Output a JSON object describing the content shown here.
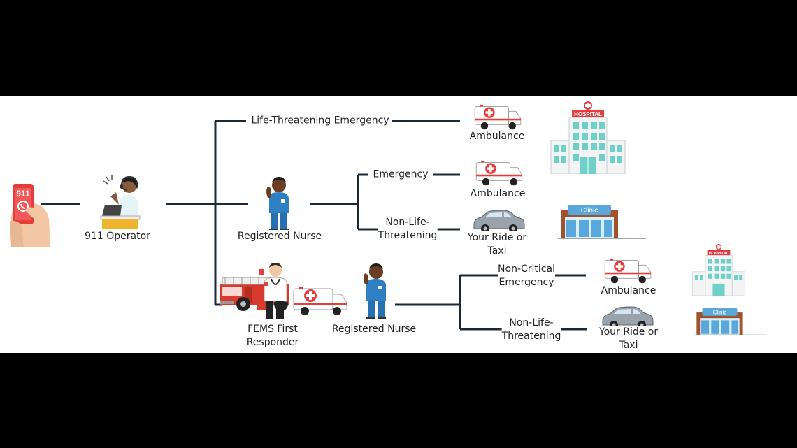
{
  "labels": {
    "operator": "911 Operator",
    "nurse_top": "Registered Nurse",
    "fems": [
      "FEMS First",
      "Responder"
    ],
    "nurse_bottom": "Registered Nurse",
    "life_threatening": "Life-Threatening Emergency",
    "emergency": "Emergency",
    "non_life_mid": [
      "Non-Life-",
      "Threatening"
    ],
    "non_critical": [
      "Non-Critical",
      "Emergency"
    ],
    "non_life_bottom": [
      "Non-Life-",
      "Threatening"
    ],
    "ambulance_1": "Ambulance",
    "ambulance_2": "Ambulance",
    "ride_1": [
      "Your Ride or",
      "Taxi"
    ],
    "ambulance_3": "Ambulance",
    "ride_2": [
      "Your Ride or",
      "Taxi"
    ]
  },
  "icon_text": {
    "phone": "911",
    "hospital_sign": "HOSPITAL",
    "clinic_sign": "Clinic"
  },
  "colors": {
    "line": "#1b2838",
    "red": "#e63c3c",
    "nurse_scrubs": "#2f7fc4",
    "building_glass": "#6fd0c9",
    "clinic_blue": "#5aa7dc"
  }
}
